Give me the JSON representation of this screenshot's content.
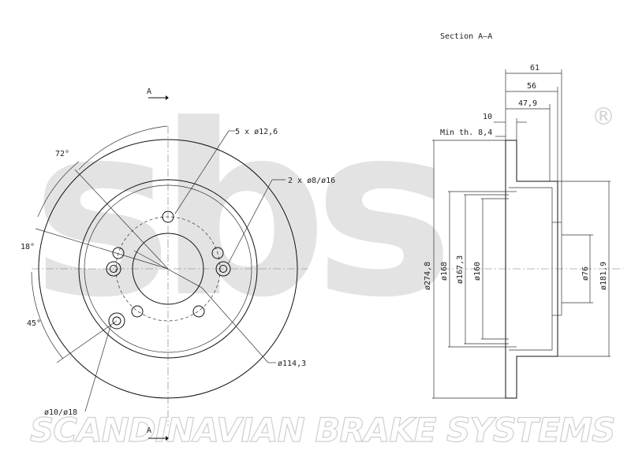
{
  "watermark": {
    "logo_text": "sbs",
    "registered_mark": "®",
    "banner": "SCANDINAVIAN BRAKE SYSTEMS"
  },
  "front_view": {
    "section_marker_top": "A",
    "section_marker_bottom": "A",
    "angle_72": "72°",
    "angle_18": "18°",
    "angle_45": "45°",
    "holes_label": "5 x ø12,6",
    "pins_label": "2 x ø8/ø16",
    "pcd_label": "ø114,3",
    "stud_label": "ø10/ø18"
  },
  "section_view": {
    "title": "Section A–A",
    "dim_61": "61",
    "dim_56": "56",
    "dim_47_9": "47,9",
    "dim_10": "10",
    "min_thickness": "Min th. 8,4",
    "dia_274_8": "ø274,8",
    "dia_168": "ø168",
    "dia_167_3": "ø167,3",
    "dia_160": "ø160",
    "dia_76": "ø76",
    "dia_181_9": "ø181,9"
  }
}
